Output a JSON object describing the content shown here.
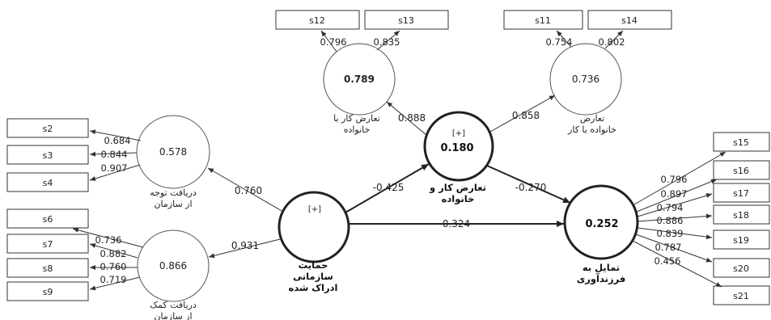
{
  "indicators": {
    "s12": "s12",
    "s13": "s13",
    "s11": "s11",
    "s14": "s14",
    "s2": "s2",
    "s3": "s3",
    "s4": "s4",
    "s6": "s6",
    "s7": "s7",
    "s8": "s8",
    "s9": "s9",
    "s15": "s15",
    "s16": "s16",
    "s17": "s17",
    "s18": "s18",
    "s19": "s19",
    "s20": "s20",
    "s21": "s21"
  },
  "latents": {
    "wfc": {
      "value": "0.789",
      "label_line1": "تعارض کار با",
      "label_line2": "خانواده"
    },
    "fwc": {
      "value": "0.736",
      "label_line1": "تعارض",
      "label_line2": "خانواده با کار"
    },
    "attention": {
      "value": "0.578",
      "label_line1": "دریافت توجه",
      "label_line2": "از سازمان"
    },
    "help": {
      "value": "0.866",
      "label_line1": "دریافت کمک",
      "label_line2": "از سازمان"
    },
    "conflict": {
      "value": "0.180",
      "plus": "[+]",
      "label_line1": "تعارض کار و",
      "label_line2": "خانواده"
    },
    "support": {
      "plus": "[+]",
      "label_line1": "حمایت",
      "label_line2": "سازمانی",
      "label_line3": "ادراک شده"
    },
    "intention": {
      "value": "0.252",
      "label_line1": "تمایل به",
      "label_line2": "فرزندآوری"
    }
  },
  "loadings": {
    "s12": "0.796",
    "s13": "0.835",
    "s11": "0.754",
    "s14": "0.802",
    "s2": "0.684",
    "s3": "0.844",
    "s4": "0.907",
    "s6": "0.736",
    "s7": "0.882",
    "s8": "0.760",
    "s9": "0.719",
    "s15": "0.796",
    "s16": "0.897",
    "s17": "0.794",
    "s18": "0.886",
    "s19": "0.839",
    "s20": "0.787",
    "s21": "0.456"
  },
  "paths": {
    "conflict_wfc": "0.888",
    "conflict_fwc": "0.858",
    "support_attention": "0.760",
    "support_help": "0.931",
    "support_conflict": "-0.425",
    "support_intention": "0.324",
    "conflict_intention": "-0.270"
  }
}
